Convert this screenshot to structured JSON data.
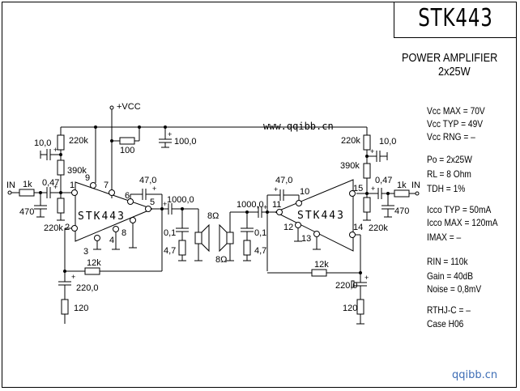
{
  "title": {
    "part_number": "STK443",
    "description": "POWER AMPLIFIER",
    "power": "2x25W"
  },
  "specs": [
    {
      "label": "Vcc MAX = 70V"
    },
    {
      "label": "Vcc TYP = 49V"
    },
    {
      "label": "Vcc RNG = –"
    },
    {
      "label": "Po = 2x25W"
    },
    {
      "label": "RL = 8 Ohm"
    },
    {
      "label": "TDH = 1%"
    },
    {
      "label": "Icco TYP = 50mA"
    },
    {
      "label": "Icco MAX = 120mA"
    },
    {
      "label": "IMAX = –"
    },
    {
      "label": "RIN = 110k"
    },
    {
      "label": "Gain = 40dB"
    },
    {
      "label": "Noise = 0,8mV"
    },
    {
      "label": "RTHJ-C = –"
    },
    {
      "label": "Case H06"
    }
  ],
  "schematic": {
    "supply_label": "+VCC",
    "url": "www.qqibb.cn",
    "ic_label": "STK443",
    "input_label": "IN",
    "left_channel": {
      "pins": [
        "1",
        "2",
        "3",
        "4",
        "5",
        "6",
        "7",
        "8",
        "9"
      ],
      "components": {
        "r_input": "1k",
        "c_input": "0,47",
        "c_filter": "470",
        "r_bias_top": "220k",
        "r_bias_mid": "390k",
        "r_bias_bottom": "220k",
        "c_decouple": "10,0",
        "c_bootstrap": "47,0",
        "c_output": "1000,0",
        "c_zobel": "0,1",
        "r_zobel": "4,7",
        "speaker": "8Ω",
        "r_feedback": "12k",
        "c_feedback": "220,0",
        "r_feedback_gnd": "120"
      }
    },
    "right_channel": {
      "pins": [
        "10",
        "11",
        "12",
        "13",
        "14",
        "15"
      ],
      "components": {
        "r_input": "1k",
        "c_input": "0,47",
        "c_filter": "470",
        "r_bias_top": "220k",
        "r_bias_mid": "390k",
        "r_bias_bottom": "220k",
        "c_decouple": "10,0",
        "c_bootstrap": "47,0",
        "c_output": "1000,0",
        "c_zobel": "0,1",
        "r_zobel": "4,7",
        "speaker": "8Ω",
        "r_feedback": "12k",
        "c_feedback": "220,0",
        "r_feedback_gnd": "120"
      }
    },
    "shared": {
      "r_supply": "100",
      "c_supply": "100,0"
    }
  },
  "watermark": "qqibb.cn"
}
